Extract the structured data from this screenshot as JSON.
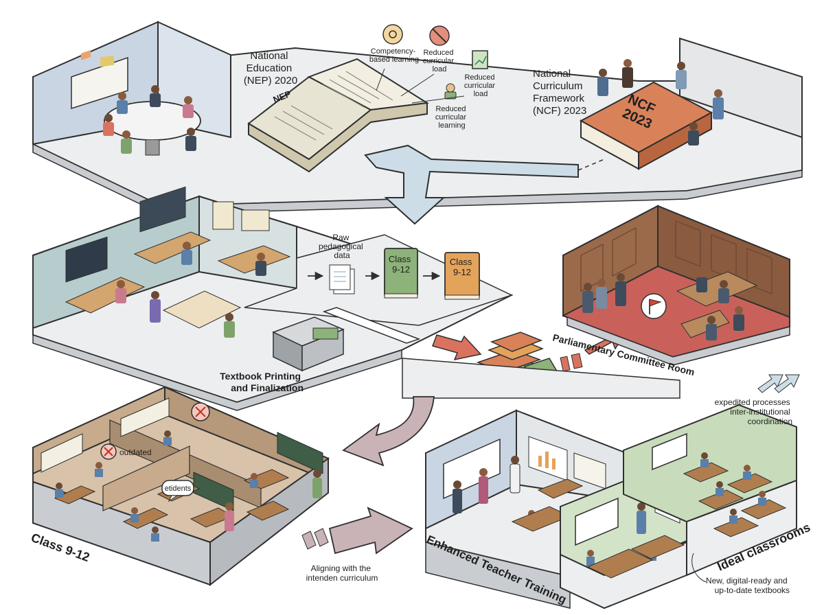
{
  "colors": {
    "outline": "#2f2f2f",
    "floor": "#eceeef",
    "wall_blue": "#c9d5e2",
    "wall_teal": "#b7cccc",
    "wall_brown": "#d8c2aa",
    "court_floor": "#c9615a",
    "court_wall": "#8a5b3f",
    "green_room": "#d3e3c8",
    "arrow_blue": "#cddde8",
    "arrow_red": "#d9735f",
    "arrow_mauve": "#c9b3b6",
    "book_green": "#8db27a",
    "book_orange": "#e4a35a",
    "ncf_book": "#d9825a"
  },
  "top": {
    "nep_title": [
      "National",
      "Education",
      "(NEP) 2020"
    ],
    "nep_book_label": "NEP",
    "ncf_title": [
      "National",
      "Curriculum",
      "Framework",
      "(NCF) 2023"
    ],
    "ncf_book_label": [
      "NCF",
      "2023"
    ],
    "bubbles": [
      {
        "icon": "brain-gear-icon",
        "lines": [
          "Competency-",
          "based learning"
        ]
      },
      {
        "icon": "no-sign-icon",
        "lines": [
          "Reduced",
          "curricular",
          "load"
        ]
      },
      {
        "icon": "chart-sheet-icon",
        "lines": [
          "Reduced",
          "curricular",
          "load"
        ]
      },
      {
        "icon": "student-icon",
        "lines": [
          "Reduced",
          "curricular",
          "learning"
        ]
      }
    ]
  },
  "middle": {
    "raw_data": [
      "Raw",
      "pedagogical",
      "data"
    ],
    "book1": [
      "Class",
      "9-12"
    ],
    "book2": [
      "Class",
      "9-12"
    ],
    "printing": [
      "Textbook Printing",
      "and Finalization"
    ],
    "committee": "Parliamentary Committee Room"
  },
  "bottom": {
    "class_label": "Class 9-12",
    "outdated": "outdated",
    "students_bubble": "etidents",
    "aligning": [
      "Aligning with the",
      "intenden curriculum"
    ],
    "training": "Enhanced Teacher Training",
    "ideal": "Ideal classrooms",
    "expedited": [
      "expedited processes",
      "inter-institutional",
      "coordination"
    ],
    "textbooks": [
      "New, digital-ready and",
      "up-to-date textbooks"
    ]
  }
}
